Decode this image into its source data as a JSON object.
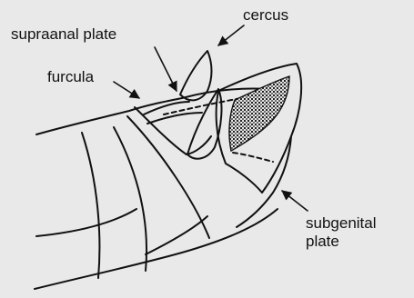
{
  "labels": {
    "cercus": "cercus",
    "supraanal_plate": "supraanal plate",
    "furcula": "furcula",
    "subgenital_plate_line1": "subgenital",
    "subgenital_plate_line2": "plate"
  },
  "colors": {
    "background": "#e9e9e9",
    "ink": "#111111"
  }
}
